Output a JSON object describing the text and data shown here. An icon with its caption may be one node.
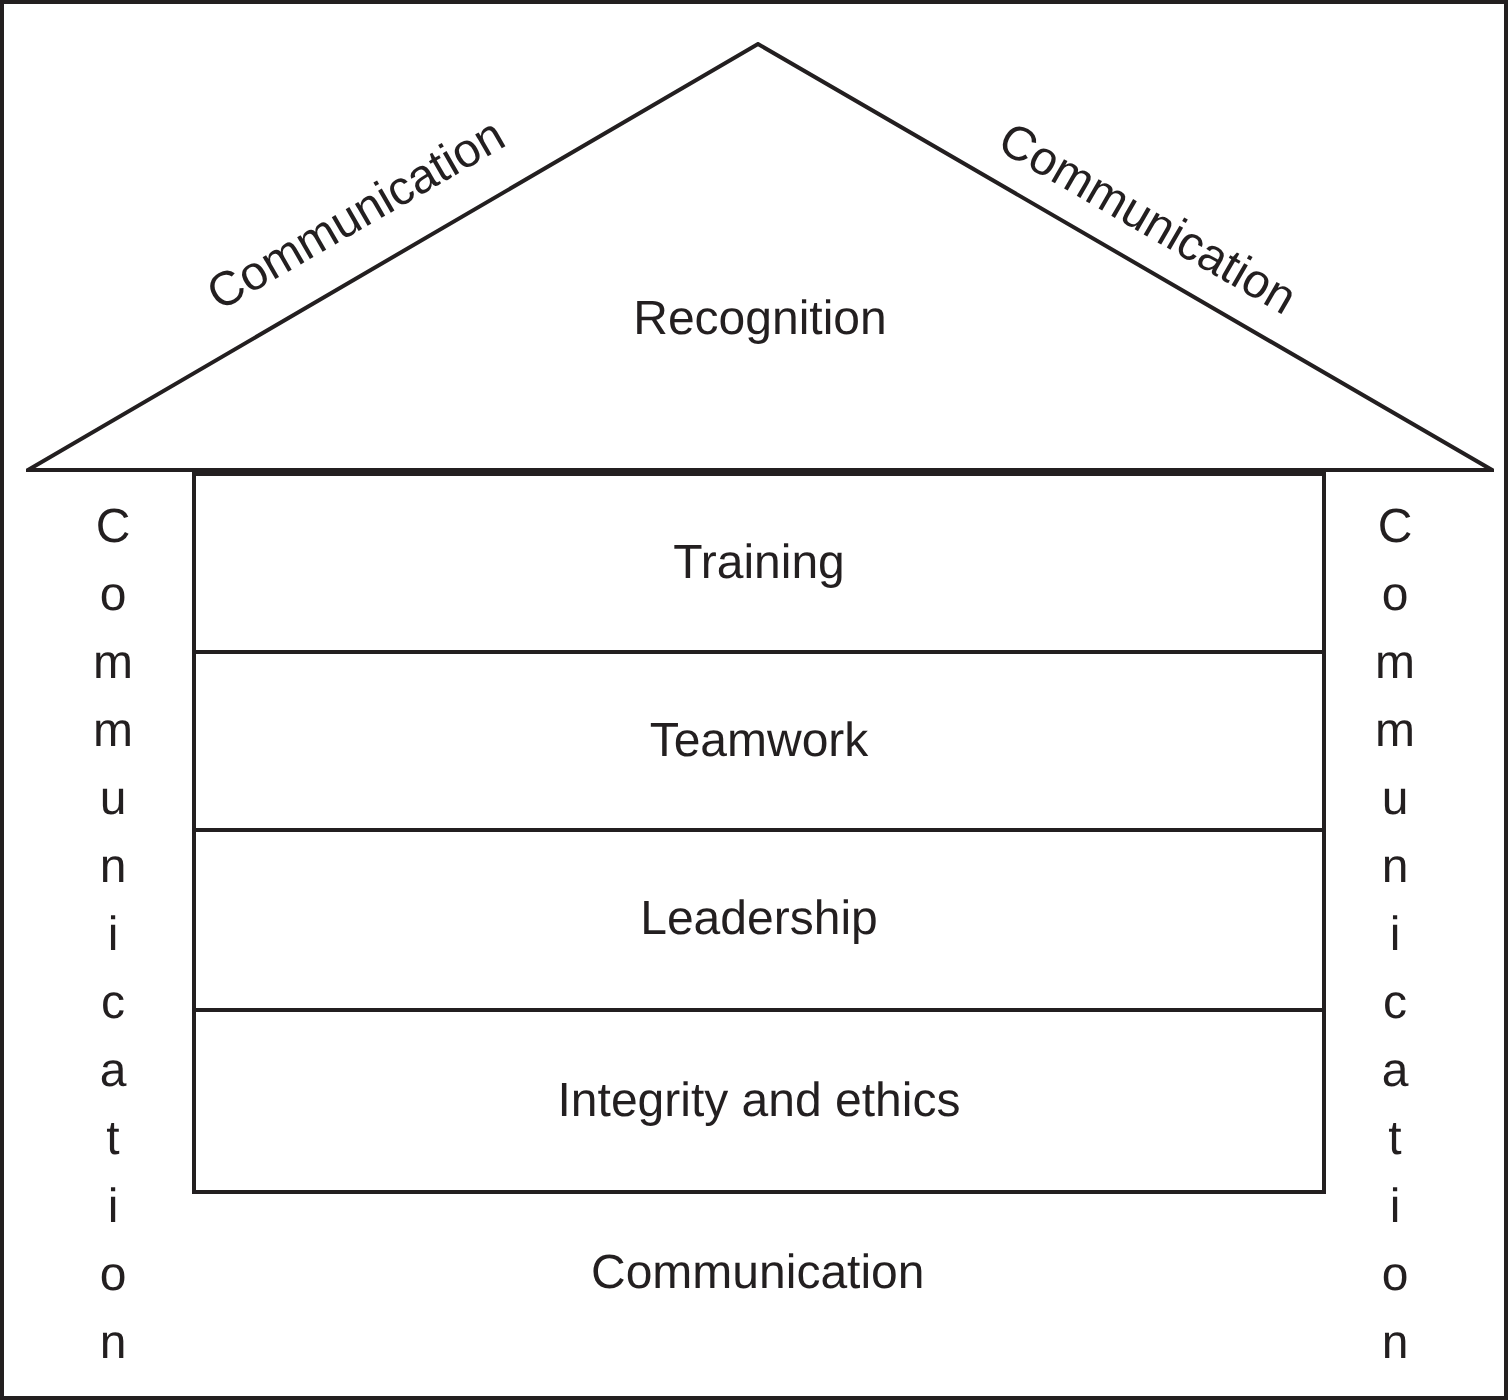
{
  "diagram": {
    "nodes": [
      {
        "text": [
          "Recognition"
        ]
      },
      {
        "text": [
          "Training"
        ]
      },
      {
        "text": [
          "Teamwork"
        ]
      },
      {
        "text": [
          "Leadership"
        ]
      },
      {
        "text": [
          "Integrity and ethics"
        ]
      }
    ],
    "labels": [
      "Communication",
      "Communication",
      "Communication",
      "Communication",
      "Communication"
    ]
  }
}
